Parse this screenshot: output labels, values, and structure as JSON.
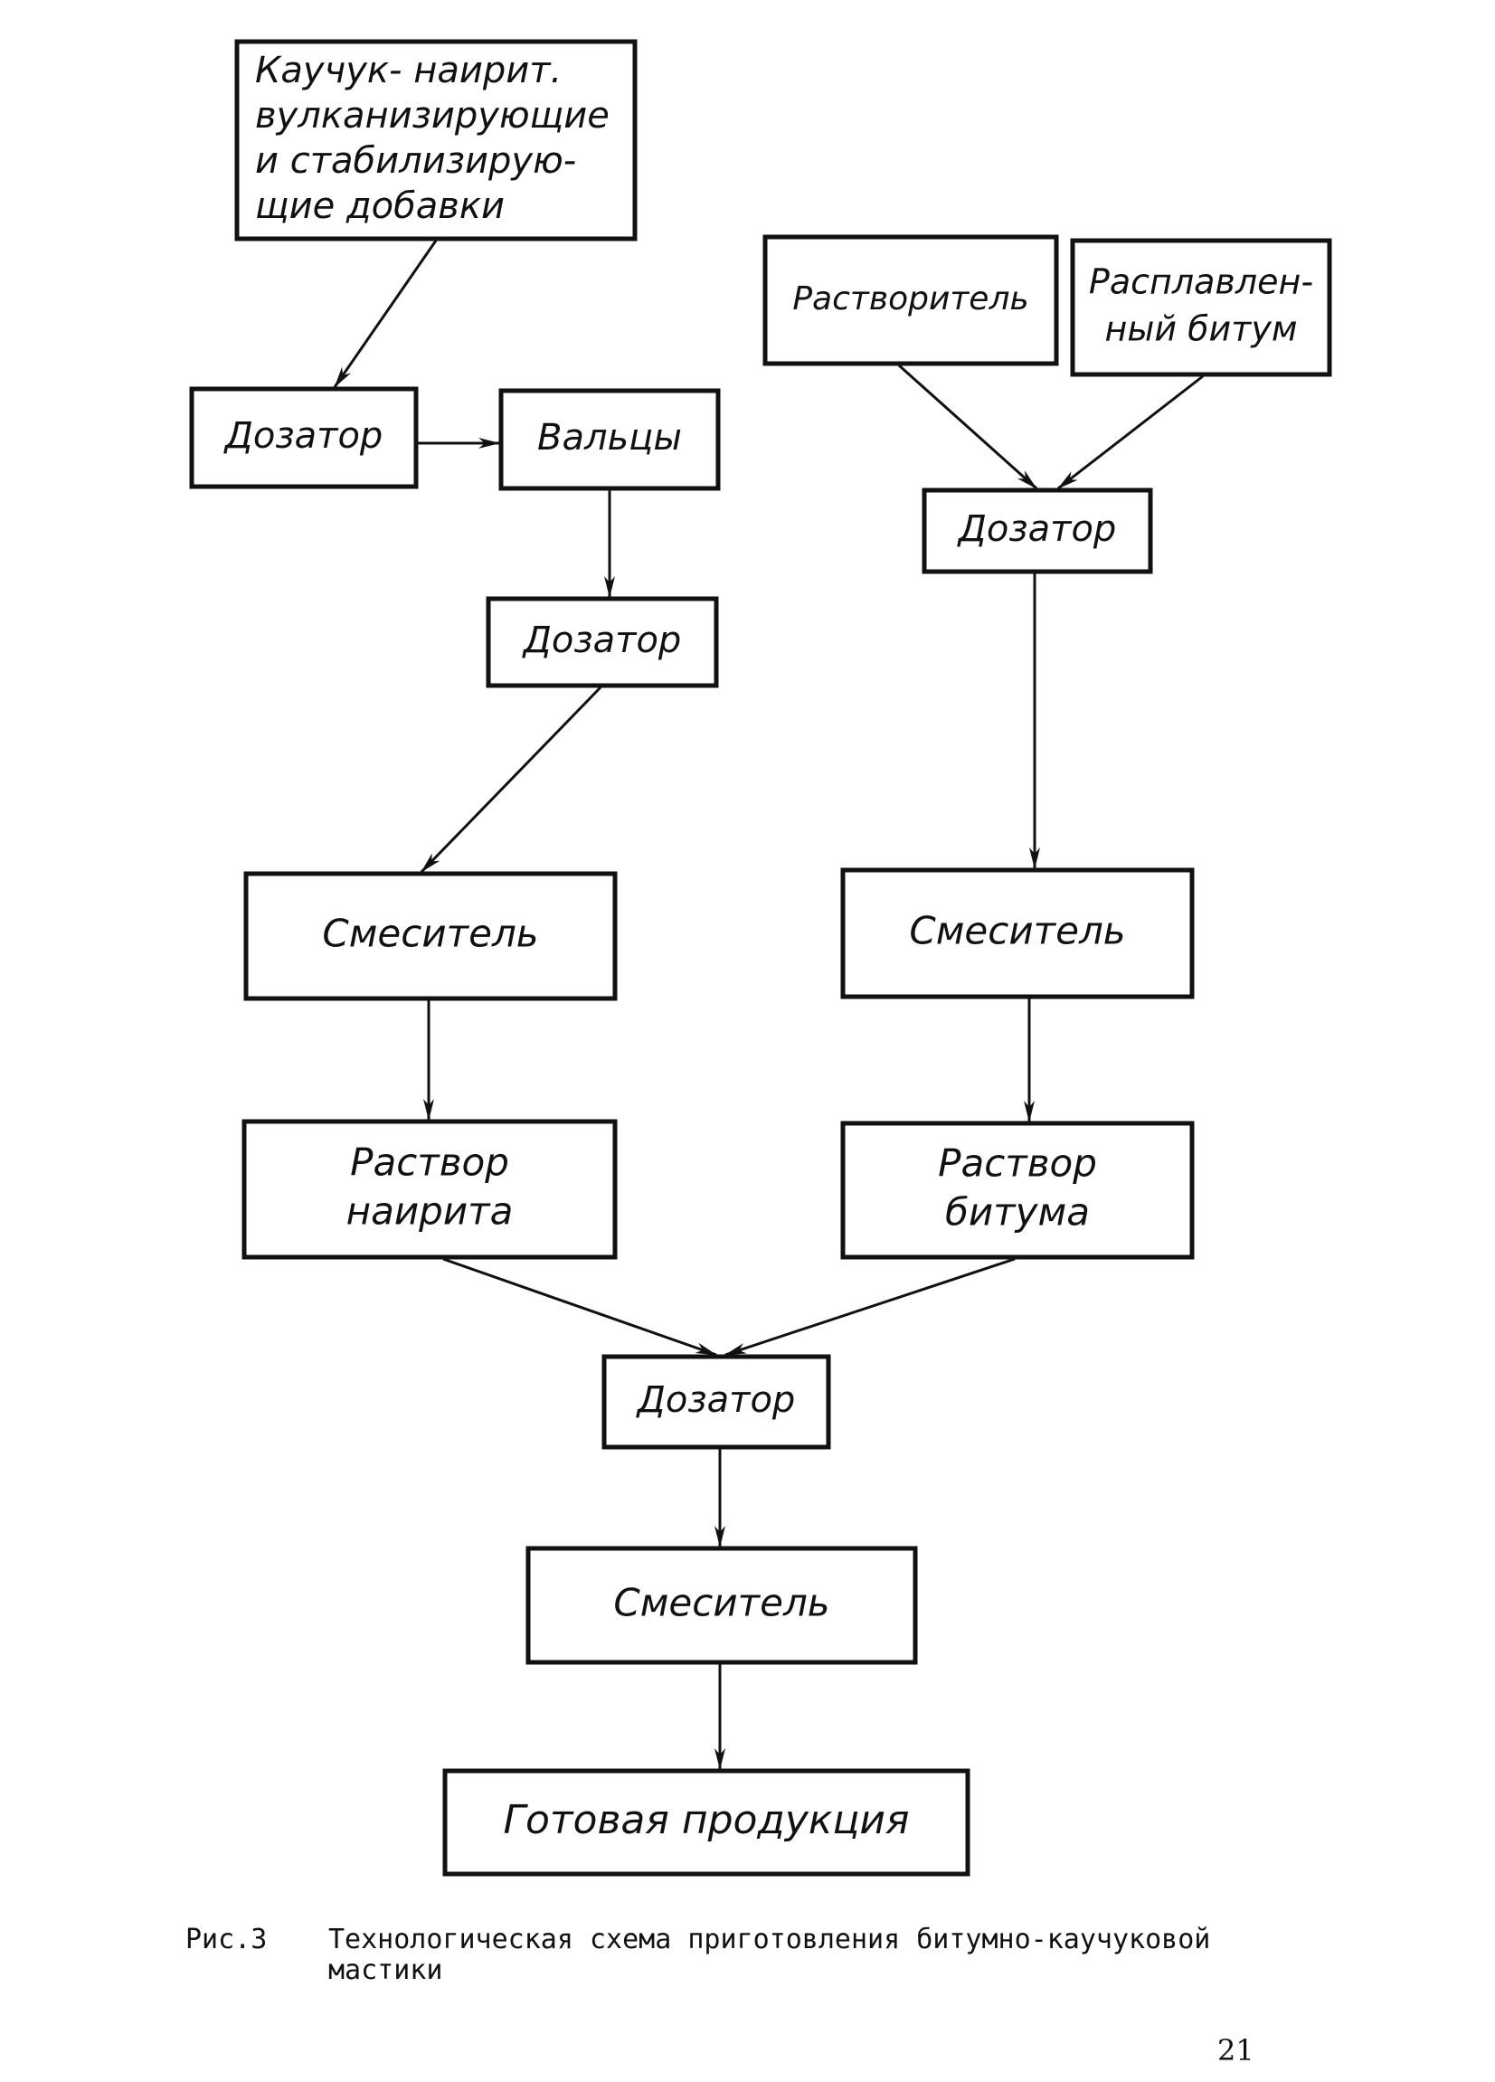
{
  "diagram": {
    "nodes": [
      {
        "id": "raw-materials",
        "lines": [
          "Каучук- наирит.",
          "вулканизирующие",
          "и стабилизирую-",
          "щие добавки"
        ]
      },
      {
        "id": "dosing-1",
        "lines": [
          "Дозатор"
        ]
      },
      {
        "id": "rollers",
        "lines": [
          "Вальцы"
        ]
      },
      {
        "id": "dosing-2",
        "lines": [
          "Дозатор"
        ]
      },
      {
        "id": "mixer-1",
        "lines": [
          "Смеситель"
        ]
      },
      {
        "id": "nairit-solution",
        "lines": [
          "Раствор",
          "наирита"
        ]
      },
      {
        "id": "solvent",
        "lines": [
          "Растворитель"
        ]
      },
      {
        "id": "molten-bitumen",
        "lines": [
          "Расплавлен-",
          "ный битум"
        ]
      },
      {
        "id": "dosing-3",
        "lines": [
          "Дозатор"
        ]
      },
      {
        "id": "mixer-2",
        "lines": [
          "Смеситель"
        ]
      },
      {
        "id": "bitumen-solution",
        "lines": [
          "Раствор",
          "битума"
        ]
      },
      {
        "id": "dosing-4",
        "lines": [
          "Дозатор"
        ]
      },
      {
        "id": "mixer-3",
        "lines": [
          "Смеситель"
        ]
      },
      {
        "id": "finished-product",
        "lines": [
          "Готовая продукция"
        ]
      }
    ],
    "edges": [
      {
        "from": "raw-materials",
        "to": "dosing-1"
      },
      {
        "from": "dosing-1",
        "to": "rollers"
      },
      {
        "from": "rollers",
        "to": "dosing-2"
      },
      {
        "from": "dosing-2",
        "to": "mixer-1"
      },
      {
        "from": "mixer-1",
        "to": "nairit-solution"
      },
      {
        "from": "solvent",
        "to": "dosing-3"
      },
      {
        "from": "molten-bitumen",
        "to": "dosing-3"
      },
      {
        "from": "dosing-3",
        "to": "mixer-2"
      },
      {
        "from": "mixer-2",
        "to": "bitumen-solution"
      },
      {
        "from": "nairit-solution",
        "to": "dosing-4"
      },
      {
        "from": "bitumen-solution",
        "to": "dosing-4"
      },
      {
        "from": "dosing-4",
        "to": "mixer-3"
      },
      {
        "from": "mixer-3",
        "to": "finished-product"
      }
    ]
  },
  "caption": {
    "label": "Рис.3",
    "text": "Технологическая схема приготовления битумно-каучуковой мастики"
  },
  "page_number": "21"
}
